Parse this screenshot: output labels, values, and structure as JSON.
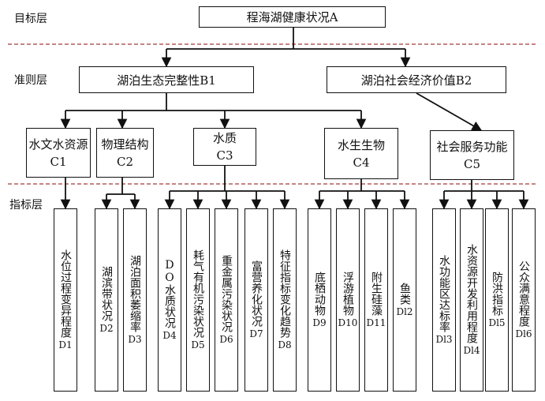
{
  "layers": {
    "target": "目标层",
    "criterion": "准则层",
    "indicator": "指标层"
  },
  "goal": {
    "label": "程海湖健康状况A"
  },
  "criteria": [
    {
      "label": "湖泊生态完整性B1"
    },
    {
      "label": "湖泊社会经济价值B2"
    }
  ],
  "subcriteria": [
    {
      "name": "水文水资源",
      "code": "C1"
    },
    {
      "name": "物理结构",
      "code": "C2"
    },
    {
      "name": "水质",
      "code": "C3"
    },
    {
      "name": "水生生物",
      "code": "C4"
    },
    {
      "name": "社会服务功能",
      "code": "C5"
    }
  ],
  "indicators": [
    {
      "name": "水位过程变异程度",
      "code": "D1"
    },
    {
      "name": "湖滨带状况",
      "code": "D2"
    },
    {
      "name": "湖泊面积萎缩率",
      "code": "D3"
    },
    {
      "name": "DO水质状况",
      "code": "D4"
    },
    {
      "name": "耗气有机污染状况",
      "code": "D5"
    },
    {
      "name": "重金属污染状况",
      "code": "D6"
    },
    {
      "name": "富营养化状况",
      "code": "D7"
    },
    {
      "name": "特征指标变化趋势",
      "code": "D8"
    },
    {
      "name": "底栖动物",
      "code": "D9"
    },
    {
      "name": "浮游植物",
      "code": "D10"
    },
    {
      "name": "附生硅藻",
      "code": "D11"
    },
    {
      "name": "鱼类",
      "code": "Dl2"
    },
    {
      "name": "水功能区达标率",
      "code": "Dl3"
    },
    {
      "name": "水资源开发利用程度",
      "code": "Dl4"
    },
    {
      "name": "防洪指标",
      "code": "Dl5"
    },
    {
      "name": "公众满意程度",
      "code": "Dl6"
    }
  ]
}
